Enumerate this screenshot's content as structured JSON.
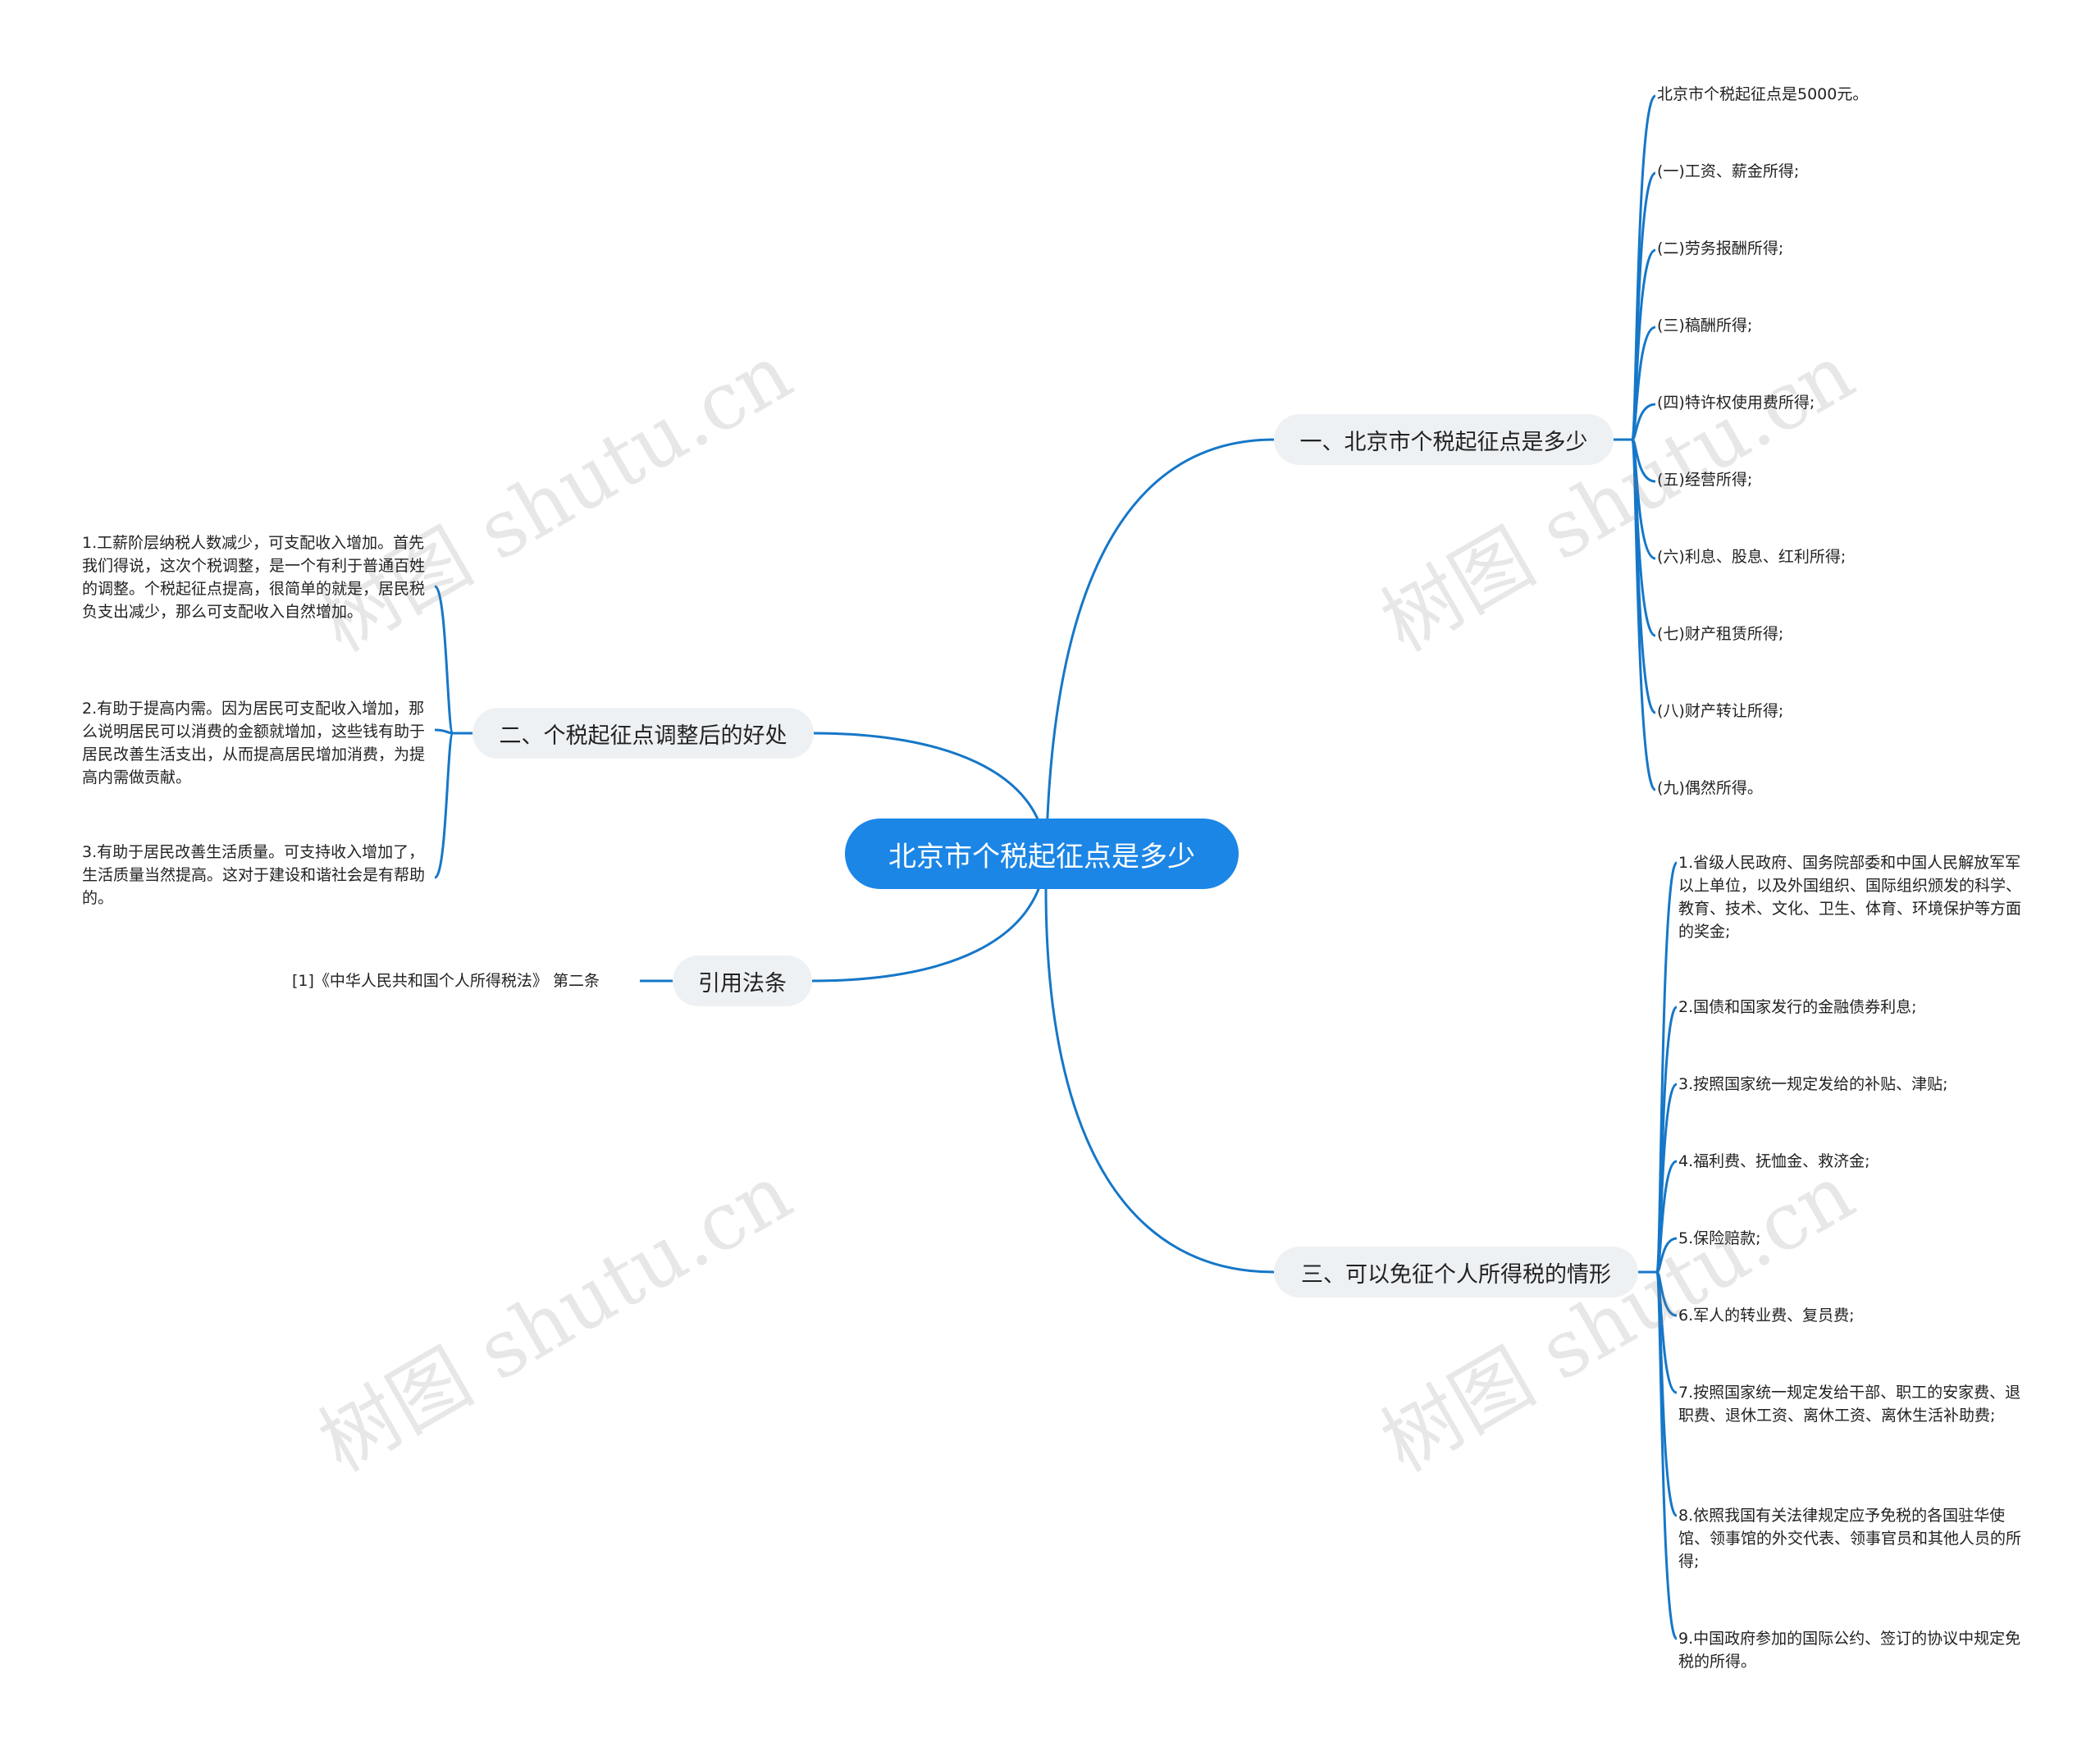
{
  "root": {
    "label": "北京市个税起征点是多少"
  },
  "branches": {
    "b1": {
      "label": "一、北京市个税起征点是多少",
      "items": [
        "北京市个税起征点是5000元。",
        "(一)工资、薪金所得;",
        "(二)劳务报酬所得;",
        "(三)稿酬所得;",
        "(四)特许权使用费所得;",
        "(五)经营所得;",
        "(六)利息、股息、红利所得;",
        "(七)财产租赁所得;",
        "(八)财产转让所得;",
        "(九)偶然所得。"
      ]
    },
    "b2": {
      "label": "二、个税起征点调整后的好处",
      "items": [
        "1.工薪阶层纳税人数减少，可支配收入增加。首先我们得说，这次个税调整，是一个有利于普通百姓的调整。个税起征点提高，很简单的就是，居民税负支出减少，那么可支配收入自然增加。",
        "2.有助于提高内需。因为居民可支配收入增加，那么说明居民可以消费的金额就增加，这些钱有助于居民改善生活支出，从而提高居民增加消费，为提高内需做贡献。",
        "3.有助于居民改善生活质量。可支持收入增加了，生活质量当然提高。这对于建设和谐社会是有帮助的。"
      ]
    },
    "b3": {
      "label": "引用法条",
      "items": [
        "[1]《中华人民共和国个人所得税法》 第二条"
      ]
    },
    "b4": {
      "label": "三、可以免征个人所得税的情形",
      "items": [
        "1.省级人民政府、国务院部委和中国人民解放军军以上单位，以及外国组织、国际组织颁发的科学、教育、技术、文化、卫生、体育、环境保护等方面的奖金;",
        "2.国债和国家发行的金融债券利息;",
        "3.按照国家统一规定发给的补贴、津贴;",
        "4.福利费、抚恤金、救济金;",
        "5.保险赔款;",
        "6.军人的转业费、复员费;",
        "7.按照国家统一规定发给干部、职工的安家费、退职费、退休工资、离休工资、离休生活补助费;",
        "8.依照我国有关法律规定应予免税的各国驻华使馆、领事馆的外交代表、领事官员和其他人员的所得;",
        "9.中国政府参加的国际公约、签订的协议中规定免税的所得。"
      ]
    }
  },
  "watermark": "树图 shutu.cn",
  "colors": {
    "line": "#1677c8",
    "root_bg": "#1b86e6",
    "branch_bg": "#eef1f4"
  }
}
